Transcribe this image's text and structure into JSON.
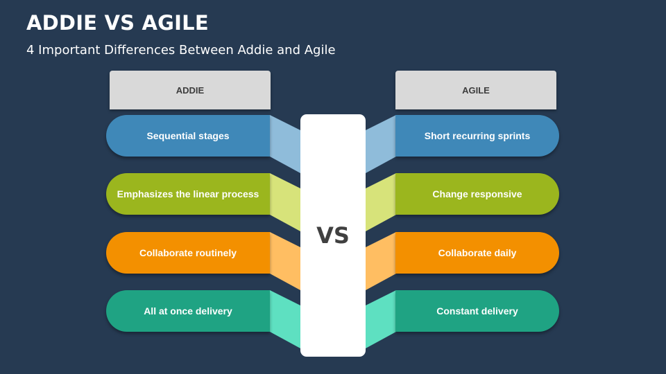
{
  "slide": {
    "title": "ADDIE VS AGILE",
    "subtitle": "4 Important Differences Between Addie and Agile",
    "vs_label": "VS"
  },
  "columns": {
    "left_header": "ADDIE",
    "right_header": "AGILE"
  },
  "rows": [
    {
      "left": "Sequential stages",
      "right": "Short recurring sprints",
      "color": "#3f88b8",
      "accent": "#8fbcda"
    },
    {
      "left": "Emphasizes the linear process",
      "right": "Change responsive",
      "color": "#9bb61e",
      "accent": "#d7e37a"
    },
    {
      "left": "Collaborate routinely",
      "right": "Collaborate daily",
      "color": "#f39000",
      "accent": "#ffbe62"
    },
    {
      "left": "All at once delivery",
      "right": "Constant delivery",
      "color": "#1fa383",
      "accent": "#5ee0c1"
    }
  ],
  "colors": {
    "background": "#263a52",
    "header_box": "#d9d9d9",
    "vs_box": "#ffffff"
  }
}
